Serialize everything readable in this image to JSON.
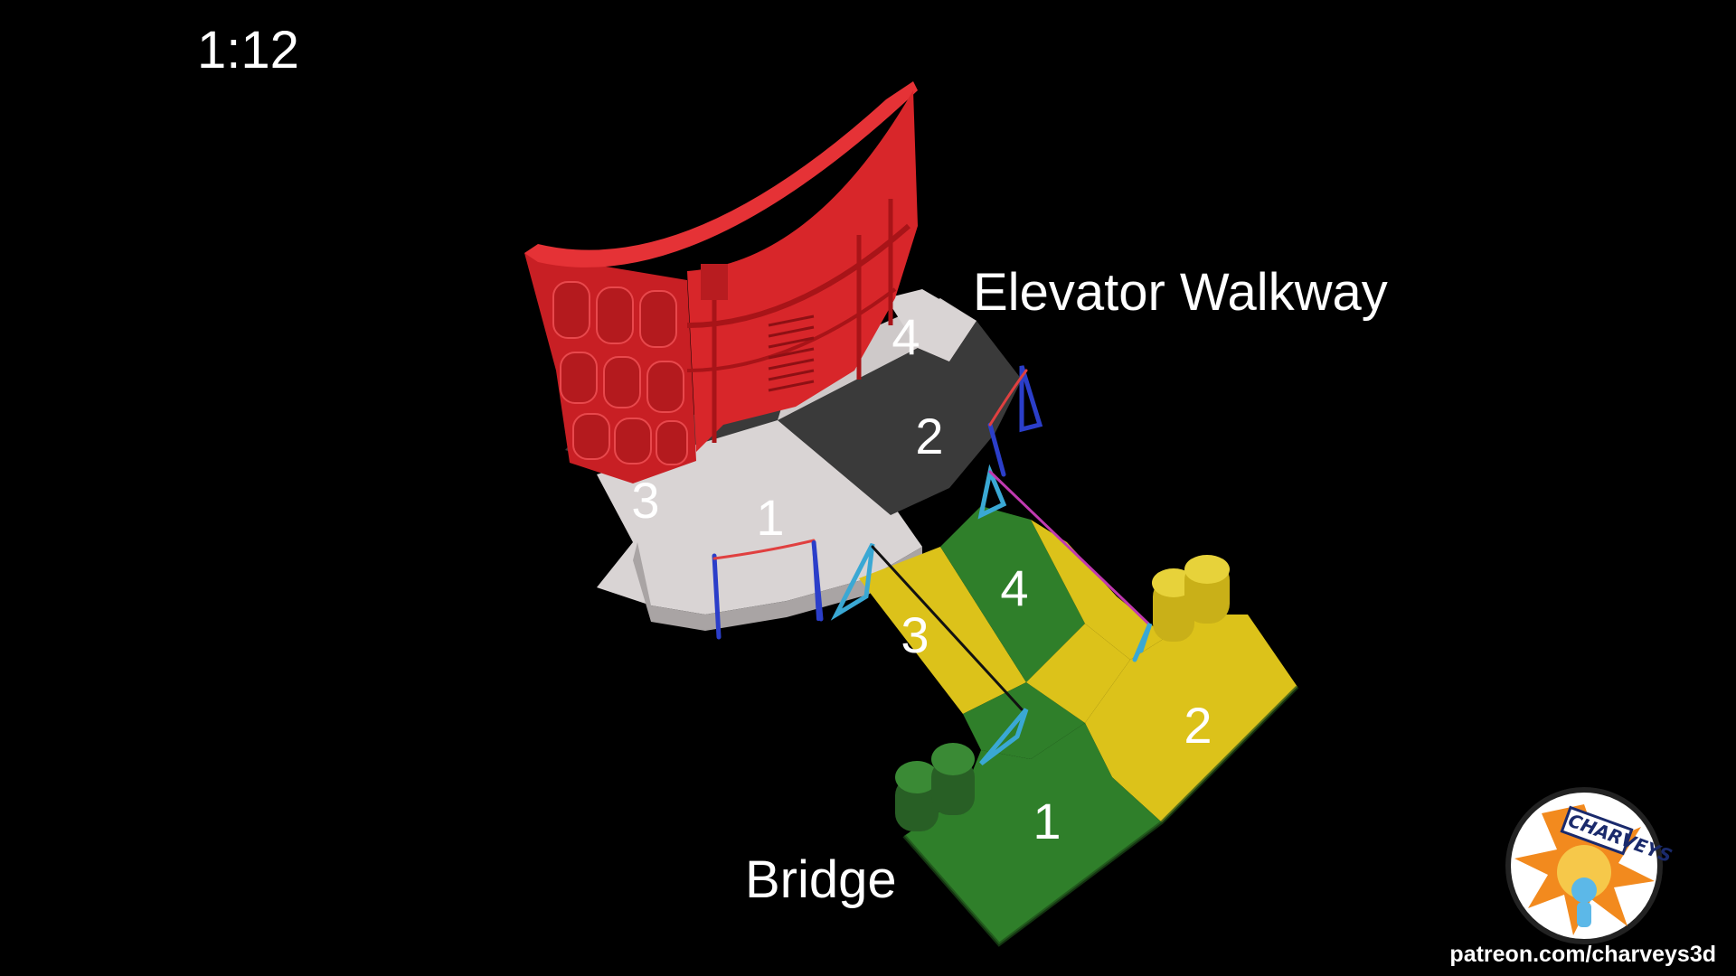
{
  "scale": "1:12",
  "labels": {
    "elevator_walkway": "Elevator Walkway",
    "bridge": "Bridge"
  },
  "walkway_sections": [
    "1",
    "2",
    "3",
    "4"
  ],
  "bridge_sections": [
    "1",
    "2",
    "3",
    "4"
  ],
  "logo": {
    "text": "CHARVEYS",
    "url": "patreon.com/charveys3d"
  },
  "colors": {
    "background": "#000000",
    "wall": "#d8262a",
    "walkway_light": "#d9d4d4",
    "walkway_dark": "#3a3a3a",
    "bridge_green": "#2f7f2a",
    "bridge_yellow": "#dcc21a",
    "rail_blue": "#2b3ec9",
    "rail_cyan": "#3aa8d4",
    "rail_red": "#e04040",
    "rail_magenta": "#c03ab0"
  }
}
